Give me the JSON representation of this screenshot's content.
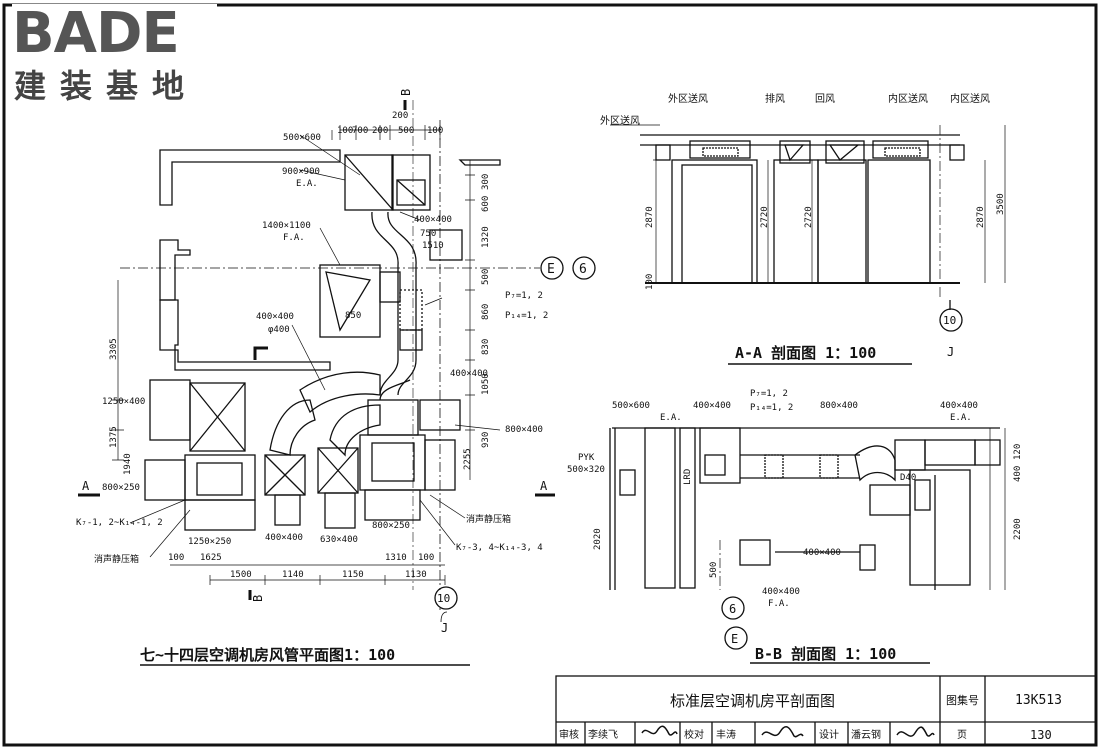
{
  "logo": {
    "brand": "BADE",
    "subtitle": "建装基地"
  },
  "plan": {
    "title": "七~十四层空调机房风管平面图1：100",
    "duct_labels": [
      "500×600",
      "900×900",
      "E.A.",
      "1400×1100",
      "F.A.",
      "400×400",
      "φ400",
      "400×400",
      "800×400",
      "1250×400",
      "800×250",
      "1250×250",
      "400×400",
      "630×400",
      "800×250",
      "400×400"
    ],
    "top_dims": [
      "100",
      "700",
      "200",
      "500",
      "100",
      "200"
    ],
    "right_dims": [
      "300",
      "600",
      "1320",
      "500",
      "860",
      "830",
      "1050",
      "930",
      "2255"
    ],
    "left_dims": [
      "3305",
      "1375",
      "1940"
    ],
    "bottom_dims": [
      "1500",
      "1140",
      "1150",
      "1130"
    ],
    "bottom_small_dims": [
      "100",
      "1625",
      "1310",
      "100"
    ],
    "inner_dims": [
      "750",
      "1510",
      "850"
    ],
    "pressure_labels": [
      "P₇=1, 2",
      "P₁₄=1, 2"
    ],
    "k_label_left": "K₇-1, 2~K₁₄-1, 2",
    "k_label_right": "K₇-3, 4~K₁₄-3, 4",
    "silencer_left": "消声静压箱",
    "silencer_right": "消声静压箱",
    "section_a": "A",
    "section_b": "B",
    "axis_e": "E",
    "axis_6": "6",
    "axis_10": "10",
    "axis_j": "J"
  },
  "section_aa": {
    "title": "A-A 剖面图 1：100",
    "labels": [
      "外区送风",
      "排风",
      "回风",
      "内区送风",
      "内区送风",
      "外区送风"
    ],
    "dims": [
      "2870",
      "2720",
      "2720",
      "2870",
      "3500",
      "100"
    ],
    "axis_10": "10",
    "axis_j": "J"
  },
  "section_bb": {
    "title": "B-B 剖面图 1：100",
    "labels": [
      "500×600",
      "E.A.",
      "400×400",
      "P₇=1, 2",
      "P₁₄=1, 2",
      "800×400",
      "400×400",
      "E.A.",
      "PYK",
      "500×320",
      "LRD",
      "D40",
      "400×400",
      "400×400",
      "F.A."
    ],
    "dims": [
      "2020",
      "500",
      "2200",
      "400",
      "120"
    ],
    "axis_6": "6",
    "axis_e": "E"
  },
  "title_block": {
    "drawing_title": "标准层空调机房平剖面图",
    "atlas_label": "图集号",
    "atlas_no": "13K513",
    "review_label": "审核",
    "reviewer": "李续飞",
    "check_label": "校对",
    "checker": "丰涛",
    "design_label": "设计",
    "designer": "潘云钢",
    "page_label": "页",
    "page_no": "130"
  }
}
